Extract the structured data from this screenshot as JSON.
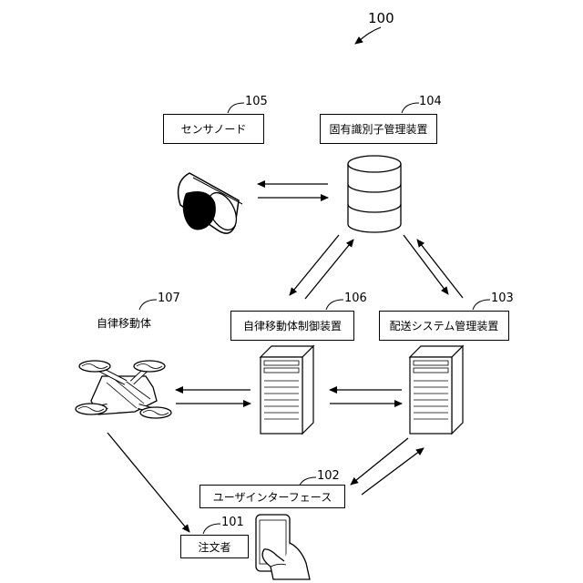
{
  "figure_ref": "100",
  "nodes": {
    "sensor_node": {
      "ref": "105",
      "label": "センサノード"
    },
    "id_manager": {
      "ref": "104",
      "label": "固有識別子管理装置"
    },
    "drone": {
      "ref": "107",
      "label": "自律移動体"
    },
    "controller": {
      "ref": "106",
      "label": "自律移動体制御装置"
    },
    "delivery_mgmt": {
      "ref": "103",
      "label": "配送システム管理装置"
    },
    "ui": {
      "ref": "102",
      "label": "ユーザインターフェース"
    },
    "orderer": {
      "ref": "101",
      "label": "注文者"
    }
  },
  "connections": [
    {
      "from": "id_manager",
      "to": "sensor_node"
    },
    {
      "from": "sensor_node",
      "to": "id_manager"
    },
    {
      "from": "controller",
      "to": "id_manager"
    },
    {
      "from": "id_manager",
      "to": "controller"
    },
    {
      "from": "id_manager",
      "to": "delivery_mgmt"
    },
    {
      "from": "delivery_mgmt",
      "to": "id_manager"
    },
    {
      "from": "controller",
      "to": "drone"
    },
    {
      "from": "drone",
      "to": "controller"
    },
    {
      "from": "delivery_mgmt",
      "to": "controller"
    },
    {
      "from": "controller",
      "to": "delivery_mgmt"
    },
    {
      "from": "delivery_mgmt",
      "to": "ui"
    },
    {
      "from": "ui",
      "to": "delivery_mgmt"
    },
    {
      "from": "drone",
      "to": "orderer"
    }
  ]
}
